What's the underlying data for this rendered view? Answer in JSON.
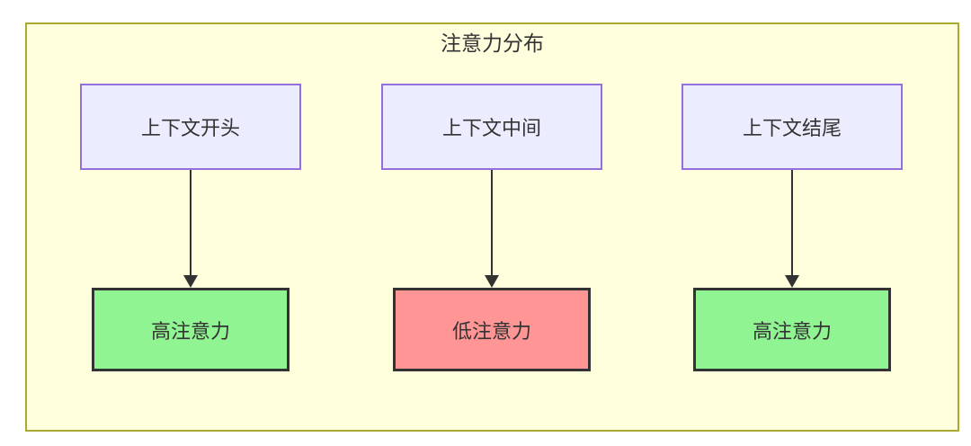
{
  "diagram": {
    "title": "注意力分布",
    "columns": [
      {
        "source": {
          "label": "上下文开头"
        },
        "target": {
          "label": "高注意力",
          "level": "high"
        }
      },
      {
        "source": {
          "label": "上下文中间"
        },
        "target": {
          "label": "低注意力",
          "level": "low"
        }
      },
      {
        "source": {
          "label": "上下文结尾"
        },
        "target": {
          "label": "高注意力",
          "level": "high"
        }
      }
    ],
    "edges": [
      {
        "from": "上下文开头",
        "to": "高注意力"
      },
      {
        "from": "上下文中间",
        "to": "低注意力"
      },
      {
        "from": "上下文结尾",
        "to": "高注意力"
      }
    ],
    "colors": {
      "canvas_fill": "#ffffde",
      "canvas_border": "#aaaa33",
      "context_node_fill": "#ececff",
      "context_node_border": "#9370db",
      "high_attention_fill": "#90f492",
      "low_attention_fill": "#ff9595",
      "result_node_border": "#333333",
      "text": "#333333",
      "arrow": "#333333"
    }
  }
}
